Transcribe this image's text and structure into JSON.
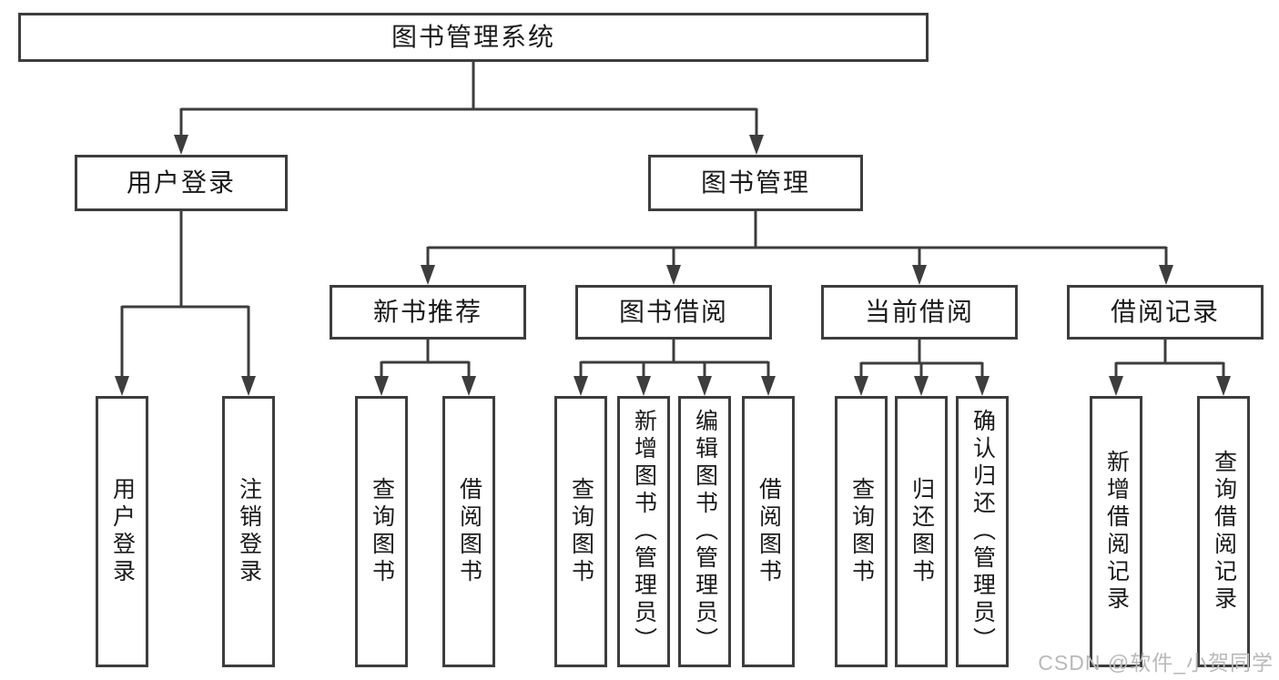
{
  "diagram": {
    "root": {
      "label": "图书管理系统"
    },
    "branches": [
      {
        "label": "用户登录",
        "children": [
          {
            "label": "用户登录"
          },
          {
            "label": "注销登录"
          }
        ]
      },
      {
        "label": "图书管理",
        "children": [
          {
            "label": "新书推荐",
            "children": [
              {
                "label": "查询图书"
              },
              {
                "label": "借阅图书"
              }
            ]
          },
          {
            "label": "图书借阅",
            "children": [
              {
                "label": "查询图书"
              },
              {
                "label": "新增图书（管理员）"
              },
              {
                "label": "编辑图书（管理员）"
              },
              {
                "label": "借阅图书"
              }
            ]
          },
          {
            "label": "当前借阅",
            "children": [
              {
                "label": "查询图书"
              },
              {
                "label": "归还图书"
              },
              {
                "label": "确认归还（管理员）"
              }
            ]
          },
          {
            "label": "借阅记录",
            "children": [
              {
                "label": "新增借阅记录"
              },
              {
                "label": "查询借阅记录"
              }
            ]
          }
        ]
      }
    ],
    "watermark": "CSDN @软件_小贺同学"
  },
  "colors": {
    "line": "#3d3d3d",
    "text": "#1a1a1a",
    "watermark": "#b9b9b9",
    "background": "#ffffff"
  }
}
